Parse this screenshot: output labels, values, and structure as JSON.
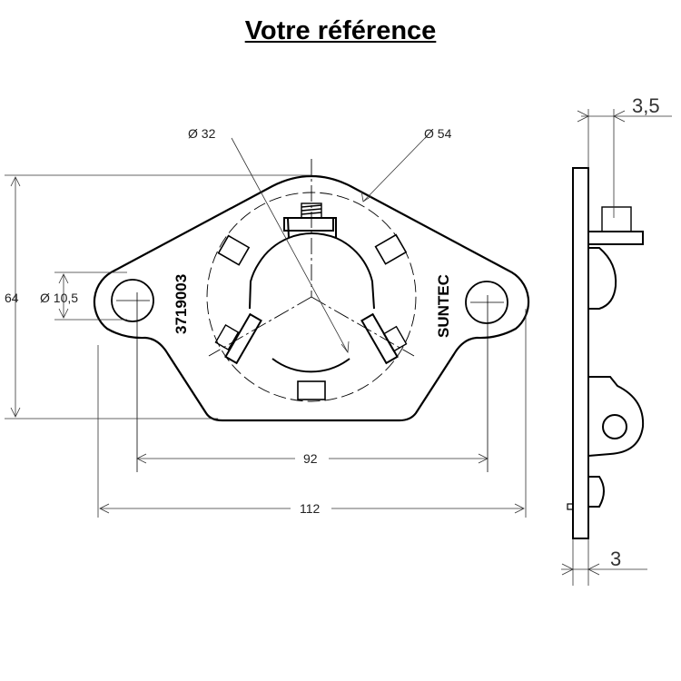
{
  "title": "Votre référence",
  "drawing": {
    "part_number": "3719003",
    "brand": "SUNTEC",
    "dimensions": {
      "inner_diameter": "Ø 32",
      "outer_diameter": "Ø 54",
      "hole_diameter": "Ø 10,5",
      "height": "64",
      "hole_spacing": "92",
      "overall_width": "112",
      "stud_offset": "3,5",
      "plate_thickness": "3"
    }
  }
}
